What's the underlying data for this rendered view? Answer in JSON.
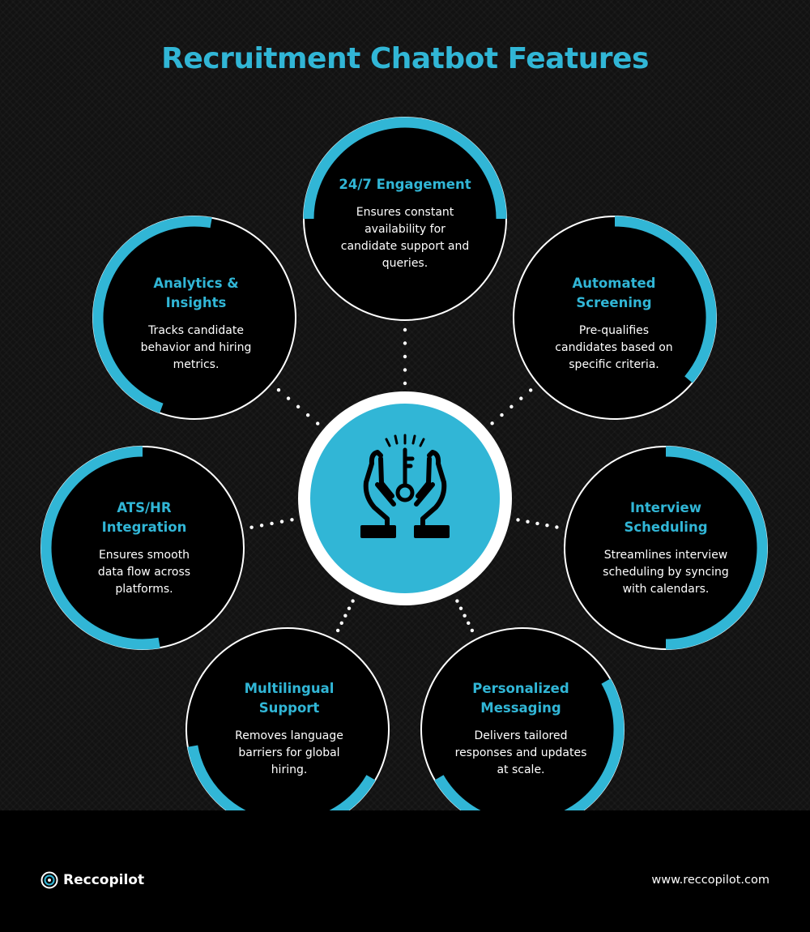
{
  "title": "Recruitment Chatbot Features",
  "colors": {
    "accent": "#31b6d6",
    "background": "#121212",
    "ring": "#ffffff",
    "footer": "#000000"
  },
  "center": {
    "icon": "hands-holding-key-icon"
  },
  "features": [
    {
      "id": "engagement",
      "title_lines": [
        "24/7 Engagement"
      ],
      "desc_lines": [
        "Ensures constant",
        "availability for",
        "candidate support and",
        "queries."
      ]
    },
    {
      "id": "screening",
      "title_lines": [
        "Automated",
        "Screening"
      ],
      "desc_lines": [
        "Pre-qualifies",
        "candidates based on",
        "specific criteria."
      ]
    },
    {
      "id": "scheduling",
      "title_lines": [
        "Interview",
        "Scheduling"
      ],
      "desc_lines": [
        "Streamlines interview",
        "scheduling by syncing",
        "with calendars."
      ]
    },
    {
      "id": "messaging",
      "title_lines": [
        "Personalized",
        "Messaging"
      ],
      "desc_lines": [
        "Delivers tailored",
        "responses and updates",
        "at scale."
      ]
    },
    {
      "id": "multilingual",
      "title_lines": [
        "Multilingual",
        "Support"
      ],
      "desc_lines": [
        "Removes language",
        "barriers for global",
        "hiring."
      ]
    },
    {
      "id": "integration",
      "title_lines": [
        "ATS/HR",
        "Integration"
      ],
      "desc_lines": [
        "Ensures smooth",
        "data flow across",
        "platforms."
      ]
    },
    {
      "id": "analytics",
      "title_lines": [
        "Analytics &",
        "Insights"
      ],
      "desc_lines": [
        "Tracks candidate",
        "behavior and hiring",
        "metrics."
      ]
    }
  ],
  "footer": {
    "brand": "Reccopilot",
    "url": "www.reccopilot.com"
  }
}
